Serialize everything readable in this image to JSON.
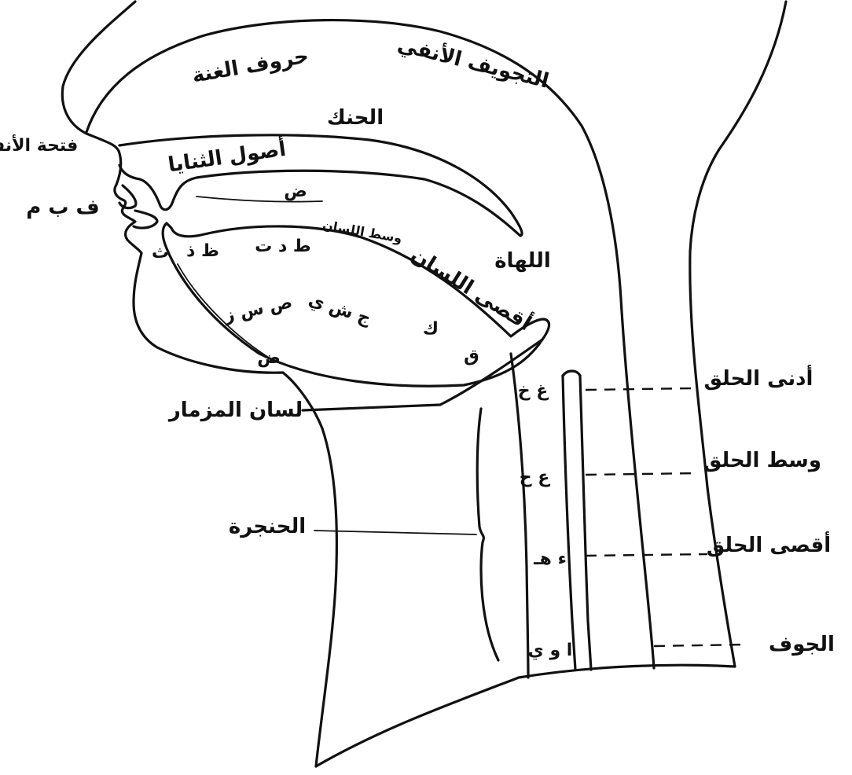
{
  "diagram": {
    "labels": {
      "ghunna_letters": "حروف الغنة",
      "nasal_cavity": "التجويف الأنفي",
      "palate": "الحنك",
      "nostril_opening": "فتحة الأنف",
      "incisor_roots": "أصول الثنايا",
      "lip_letters": "ف  ب م",
      "dad_palate": "ض",
      "tongue_middle": "وسط اللسان",
      "uvula": "اللهاة",
      "tongue_back": "أقصى اللسان",
      "tha_tip": "ث",
      "ta_dha": "ظ ذ",
      "ta_dal_ta": "ط د ت",
      "jim_shin_ya": "ج ش ي",
      "sad_sin_zay": "ص س ز",
      "kaf": "ك",
      "qaf": "ق",
      "dad_lower": "ض",
      "epiglottis": "لسان المزمار",
      "larynx": "الحنجرة",
      "throat_near": "أدنى الحلق",
      "throat_middle": "وسط الحلق",
      "throat_far": "أقصى الحلق",
      "cavity": "الجوف",
      "gha_kha": "غ خ",
      "ayn_ha": "ع ح",
      "hamza_ha": "ء هـ",
      "alif_waw_ya": "ا و ي"
    }
  }
}
